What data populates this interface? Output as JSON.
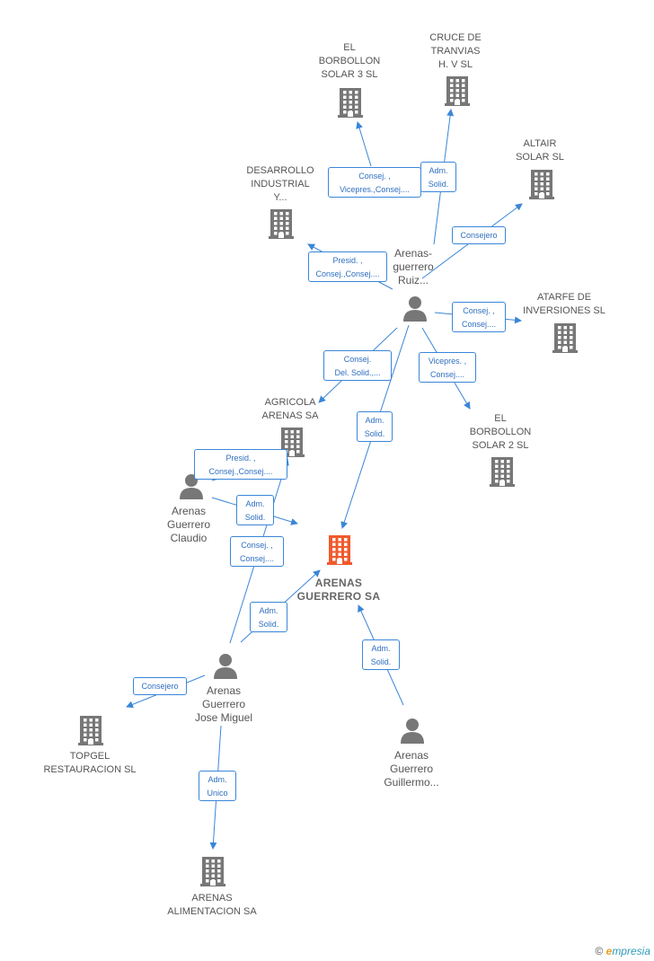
{
  "colors": {
    "edge": "#3a86d8",
    "building": "#777777",
    "main_building": "#f05a2c",
    "person": "#777777"
  },
  "nodes": [
    {
      "id": "main",
      "kind": "building-main",
      "label": "ARENAS\nGUERRERO SA",
      "icon": "building-icon"
    },
    {
      "id": "ruiz",
      "kind": "person",
      "label": "Arenas-\nguerrero\nRuiz...",
      "icon": "person-icon"
    },
    {
      "id": "claudio",
      "kind": "person",
      "label": "Arenas\nGuerrero\nClaudio",
      "icon": "person-icon"
    },
    {
      "id": "josemiguel",
      "kind": "person",
      "label": "Arenas\nGuerrero\nJose Miguel",
      "icon": "person-icon"
    },
    {
      "id": "guillermo",
      "kind": "person",
      "label": "Arenas\nGuerrero\nGuillermo...",
      "icon": "person-icon"
    },
    {
      "id": "borbollon3",
      "kind": "building",
      "label": "EL\nBORBOLLON\nSOLAR 3 SL",
      "icon": "building-icon"
    },
    {
      "id": "cruce",
      "kind": "building",
      "label": "CRUCE DE\nTRANVIAS\nH. V SL",
      "icon": "building-icon"
    },
    {
      "id": "altair",
      "kind": "building",
      "label": "ALTAIR\nSOLAR SL",
      "icon": "building-icon"
    },
    {
      "id": "desarrollo",
      "kind": "building",
      "label": "DESARROLLO\nINDUSTRIAL\nY...",
      "icon": "building-icon"
    },
    {
      "id": "atarfe",
      "kind": "building",
      "label": "ATARFE DE\nINVERSIONES SL",
      "icon": "building-icon"
    },
    {
      "id": "agricola",
      "kind": "building",
      "label": "AGRICOLA\nARENAS SA",
      "icon": "building-icon"
    },
    {
      "id": "borbollon2",
      "kind": "building",
      "label": "EL\nBORBOLLON\nSOLAR 2 SL",
      "icon": "building-icon"
    },
    {
      "id": "topgel",
      "kind": "building",
      "label": "TOPGEL\nRESTAURACION SL",
      "icon": "building-icon"
    },
    {
      "id": "alimentacion",
      "kind": "building",
      "label": "ARENAS\nALIMENTACION SA",
      "icon": "building-icon"
    }
  ],
  "edges": [
    {
      "from": "ruiz",
      "to": "borbollon3",
      "label": "Consej. ,\nVicepres.,Consej...."
    },
    {
      "from": "ruiz",
      "to": "cruce",
      "label": "Adm.\nSolid."
    },
    {
      "from": "ruiz",
      "to": "altair",
      "label": "Consejero"
    },
    {
      "from": "ruiz",
      "to": "desarrollo",
      "label": "Presid. ,\nConsej.,Consej...."
    },
    {
      "from": "ruiz",
      "to": "atarfe",
      "label": "Consej. ,\nConsej...."
    },
    {
      "from": "ruiz",
      "to": "agricola",
      "label": "Consej.\nDel. Solid.,..."
    },
    {
      "from": "ruiz",
      "to": "borbollon2",
      "label": "Vicepres. ,\nConsej...."
    },
    {
      "from": "ruiz",
      "to": "main",
      "label": "Adm.\nSolid."
    },
    {
      "from": "claudio",
      "to": "agricola",
      "label": "Presid. ,\nConsej.,Consej...."
    },
    {
      "from": "claudio",
      "to": "main",
      "label": "Adm.\nSolid."
    },
    {
      "from": "josemiguel",
      "to": "agricola",
      "label": "Consej. ,\nConsej...."
    },
    {
      "from": "josemiguel",
      "to": "main",
      "label": "Adm.\nSolid."
    },
    {
      "from": "josemiguel",
      "to": "topgel",
      "label": "Consejero"
    },
    {
      "from": "josemiguel",
      "to": "alimentacion",
      "label": "Adm.\nUnico"
    },
    {
      "from": "guillermo",
      "to": "main",
      "label": "Adm.\nSolid."
    }
  ],
  "footer": {
    "copyright": "©",
    "brand_first": "e",
    "brand_rest": "mpresia"
  }
}
